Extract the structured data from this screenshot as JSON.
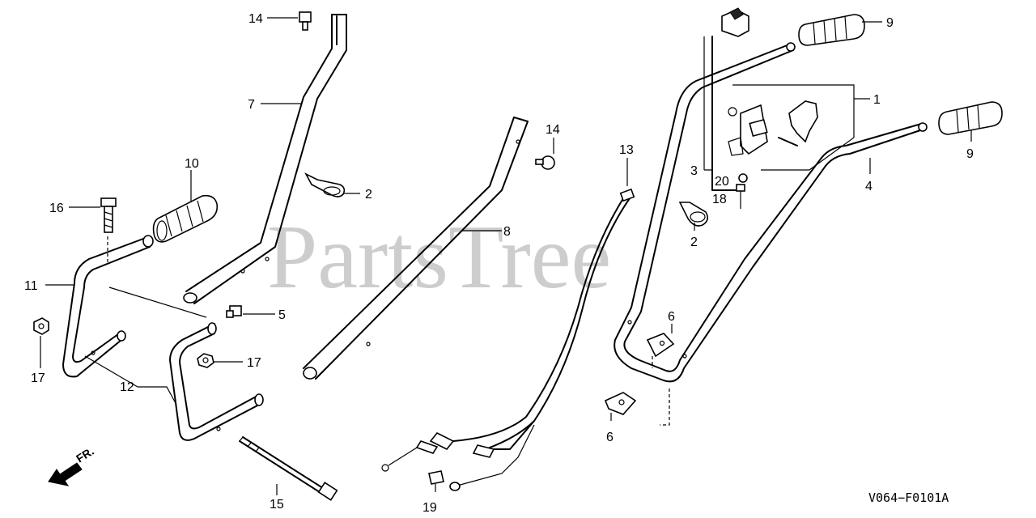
{
  "watermark": "PartsTree",
  "diagram_code": "V064−F0101A",
  "direction_label": "FR.",
  "callouts": [
    {
      "id": "c14a",
      "text": "14"
    },
    {
      "id": "c7",
      "text": "7"
    },
    {
      "id": "c10",
      "text": "10"
    },
    {
      "id": "c16",
      "text": "16"
    },
    {
      "id": "c2a",
      "text": "2"
    },
    {
      "id": "c11",
      "text": "11"
    },
    {
      "id": "c17a",
      "text": "17"
    },
    {
      "id": "c12",
      "text": "12"
    },
    {
      "id": "c5",
      "text": "5"
    },
    {
      "id": "c17b",
      "text": "17"
    },
    {
      "id": "c15",
      "text": "15"
    },
    {
      "id": "c14b",
      "text": "14"
    },
    {
      "id": "c8",
      "text": "8"
    },
    {
      "id": "c13",
      "text": "13"
    },
    {
      "id": "c19",
      "text": "19"
    },
    {
      "id": "c9a",
      "text": "9"
    },
    {
      "id": "c1",
      "text": "1"
    },
    {
      "id": "c3",
      "text": "3"
    },
    {
      "id": "c20",
      "text": "20"
    },
    {
      "id": "c18",
      "text": "18"
    },
    {
      "id": "c4",
      "text": "4"
    },
    {
      "id": "c9b",
      "text": "9"
    },
    {
      "id": "c2b",
      "text": "2"
    },
    {
      "id": "c6a",
      "text": "6"
    },
    {
      "id": "c6b",
      "text": "6"
    }
  ]
}
